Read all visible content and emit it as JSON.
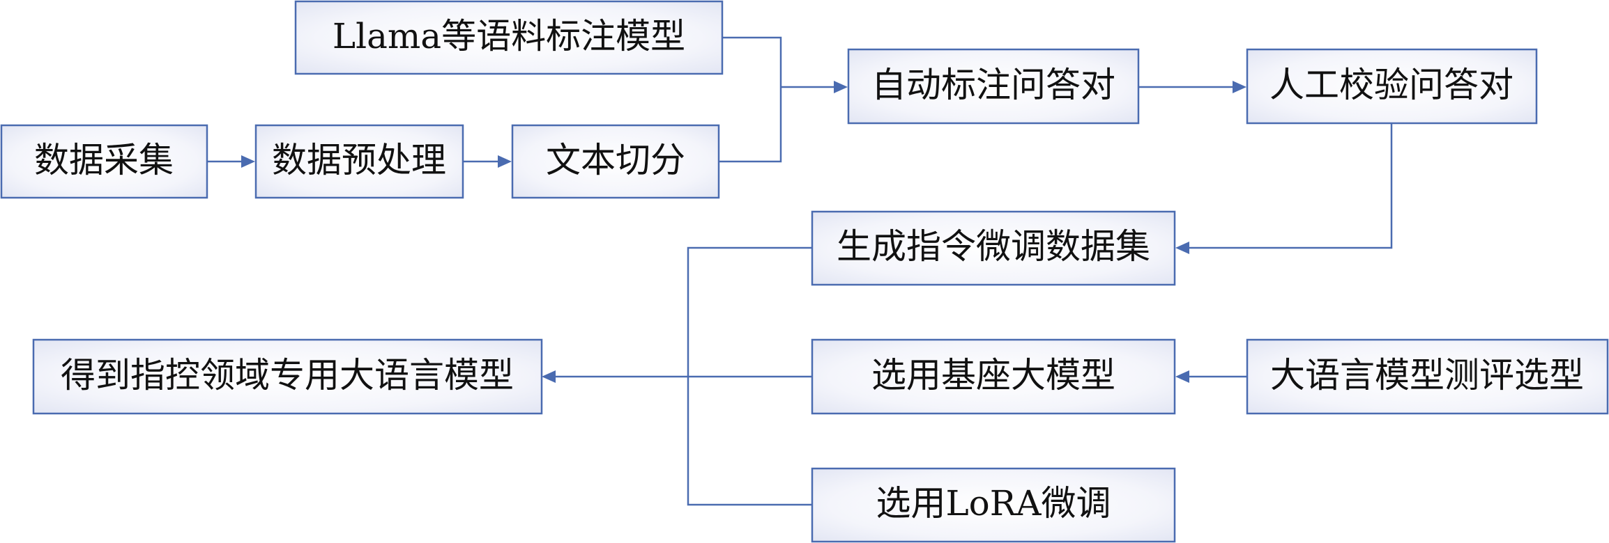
{
  "colors": {
    "stroke": "#4a6bb0",
    "box_fill_edge": "#dfe3f2",
    "box_fill_center": "#ffffff",
    "text": "#111111"
  },
  "nodes": {
    "llama": "Llama等语料标注模型",
    "collect": "数据采集",
    "preprocess": "数据预处理",
    "split": "文本切分",
    "auto_qa": "自动标注问答对",
    "manual_qa": "人工校验问答对",
    "dataset": "生成指令微调数据集",
    "base_model": "选用基座大模型",
    "eval": "大语言模型测评选型",
    "lora": "选用LoRA微调",
    "result": "得到指控领域专用大语言模型"
  }
}
